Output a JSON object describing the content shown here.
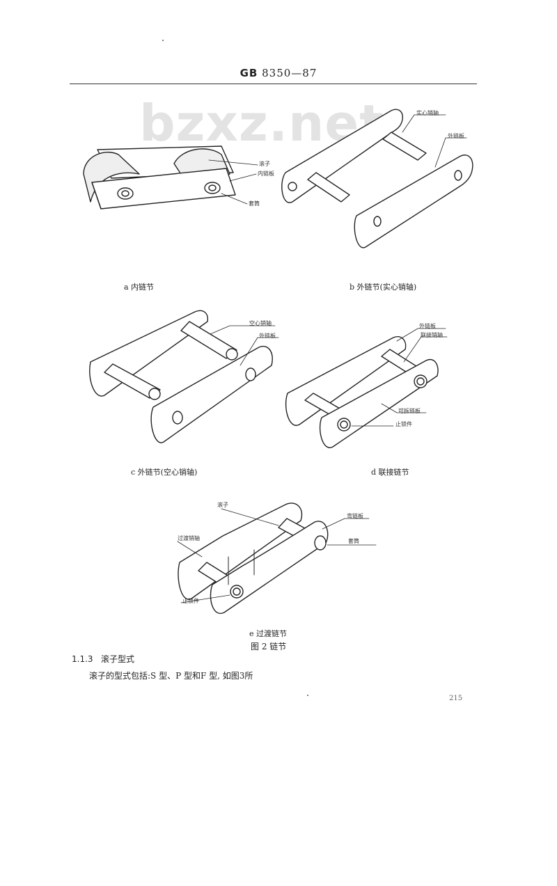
{
  "header": {
    "standard_prefix": "GB",
    "standard_number": "8350—87"
  },
  "watermark": "bzxz.net",
  "figures": {
    "a": {
      "caption": "a  内链节",
      "labels": {
        "roller": "滚子",
        "inner_plate": "内链板",
        "bushing": "套筒"
      }
    },
    "b": {
      "caption": "b  外链节(实心销轴)",
      "labels": {
        "solid_pin": "实心销轴",
        "outer_plate": "外链板"
      }
    },
    "c": {
      "caption": "c  外链节(空心销轴)",
      "labels": {
        "hollow_pin": "空心销轴",
        "outer_plate": "外链板"
      }
    },
    "d": {
      "caption": "d  联接链节",
      "labels": {
        "outer_plate": "外链板",
        "connecting_pin": "联接销轴",
        "detachable_plate": "可拆链板",
        "stopper": "止锁件"
      }
    },
    "e": {
      "caption": "e  过渡链节",
      "labels": {
        "roller": "滚子",
        "bent_plate": "弯链板",
        "transition_pin": "过渡销轴",
        "bushing": "套筒",
        "stopper": "止锁件"
      }
    }
  },
  "figure_title": "图 2  链节",
  "section": {
    "number": "1.1.3",
    "title": "滚子型式"
  },
  "body_text": "滚子的型式包括:S 型、P 型和F 型, 如图3所",
  "page_number": "215"
}
